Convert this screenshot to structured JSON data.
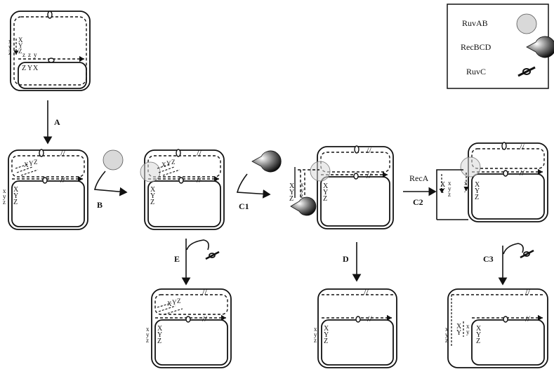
{
  "legend": {
    "ruvab": "RuvAB",
    "recbcd": "RecBCD",
    "ruvc": "RuvC"
  },
  "steps": {
    "a": "A",
    "b": "B",
    "c1": "C1",
    "c2": "C2",
    "c3": "C3",
    "d": "D",
    "e": "E",
    "reca": "RecA"
  },
  "strand_letters": {
    "X": "X",
    "Y": "Y",
    "Z": "Z",
    "x": "x",
    "y": "y",
    "z": "z"
  },
  "colors": {
    "line": "#111111",
    "ruvab_fill": "#d9d9d9",
    "background": "#ffffff"
  }
}
